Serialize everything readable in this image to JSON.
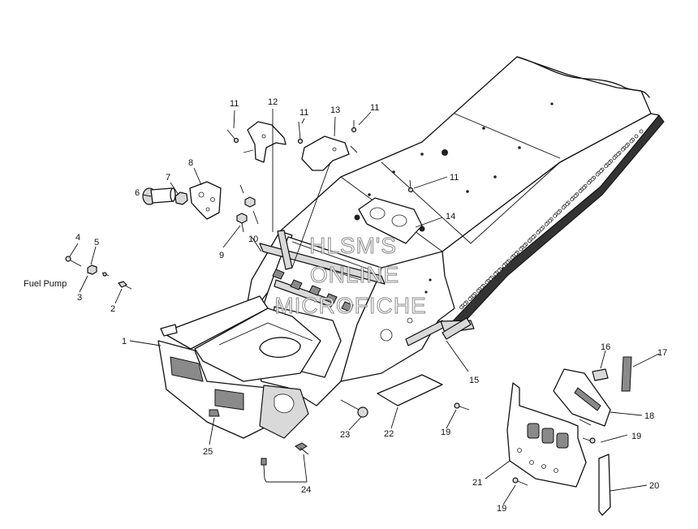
{
  "watermark": [
    "HLSM'S",
    "ONLINE",
    "MICROFICHE"
  ],
  "callouts": [
    {
      "id": "c1",
      "text": "1"
    },
    {
      "id": "c2",
      "text": "2"
    },
    {
      "id": "c3",
      "text": "3"
    },
    {
      "id": "c4",
      "text": "4"
    },
    {
      "id": "c5",
      "text": "5"
    },
    {
      "id": "c6",
      "text": "6"
    },
    {
      "id": "c7",
      "text": "7"
    },
    {
      "id": "c8",
      "text": "8"
    },
    {
      "id": "c9",
      "text": "9"
    },
    {
      "id": "c10",
      "text": "10"
    },
    {
      "id": "c11a",
      "text": "11"
    },
    {
      "id": "c11b",
      "text": "11"
    },
    {
      "id": "c11c",
      "text": "11"
    },
    {
      "id": "c11d",
      "text": "11"
    },
    {
      "id": "c12",
      "text": "12"
    },
    {
      "id": "c13",
      "text": "13"
    },
    {
      "id": "c14",
      "text": "14"
    },
    {
      "id": "c15",
      "text": "15"
    },
    {
      "id": "c16",
      "text": "16"
    },
    {
      "id": "c17",
      "text": "17"
    },
    {
      "id": "c18",
      "text": "18"
    },
    {
      "id": "c19a",
      "text": "19"
    },
    {
      "id": "c19b",
      "text": "19"
    },
    {
      "id": "c19c",
      "text": "19"
    },
    {
      "id": "c20",
      "text": "20"
    },
    {
      "id": "c21",
      "text": "21"
    },
    {
      "id": "c22",
      "text": "22"
    },
    {
      "id": "c23",
      "text": "23"
    },
    {
      "id": "c24",
      "text": "24"
    },
    {
      "id": "c25",
      "text": "25"
    }
  ],
  "notes": {
    "fuel_pump": "Fuel Pump"
  }
}
